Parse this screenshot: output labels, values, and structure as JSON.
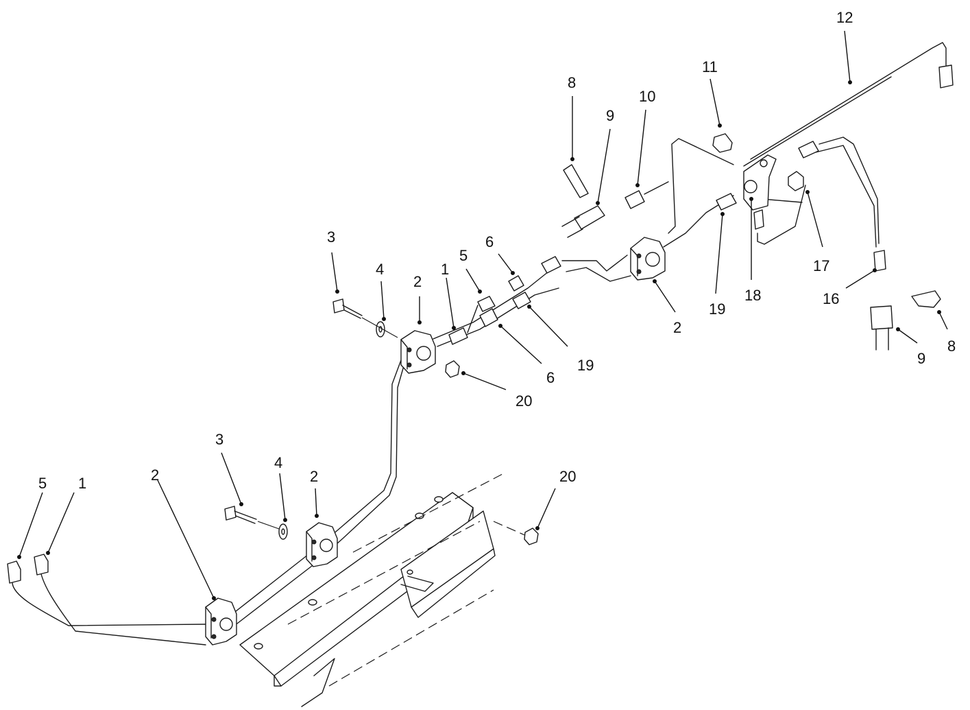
{
  "callouts": [
    {
      "id": "c-12",
      "label": "12"
    },
    {
      "id": "c-11",
      "label": "11"
    },
    {
      "id": "c-8a",
      "label": "8"
    },
    {
      "id": "c-9a",
      "label": "9"
    },
    {
      "id": "c-10",
      "label": "10"
    },
    {
      "id": "c-3a",
      "label": "3"
    },
    {
      "id": "c-4a",
      "label": "4"
    },
    {
      "id": "c-2a",
      "label": "2"
    },
    {
      "id": "c-1a",
      "label": "1"
    },
    {
      "id": "c-5a",
      "label": "5"
    },
    {
      "id": "c-6a",
      "label": "6"
    },
    {
      "id": "c-6b",
      "label": "6"
    },
    {
      "id": "c-19a",
      "label": "19"
    },
    {
      "id": "c-20a",
      "label": "20"
    },
    {
      "id": "c-2b",
      "label": "2"
    },
    {
      "id": "c-19b",
      "label": "19"
    },
    {
      "id": "c-18",
      "label": "18"
    },
    {
      "id": "c-17",
      "label": "17"
    },
    {
      "id": "c-16",
      "label": "16"
    },
    {
      "id": "c-9b",
      "label": "9"
    },
    {
      "id": "c-8b",
      "label": "8"
    },
    {
      "id": "c-3b",
      "label": "3"
    },
    {
      "id": "c-4b",
      "label": "4"
    },
    {
      "id": "c-2c",
      "label": "2"
    },
    {
      "id": "c-20b",
      "label": "20"
    },
    {
      "id": "c-5b",
      "label": "5"
    },
    {
      "id": "c-1b",
      "label": "1"
    },
    {
      "id": "c-2d",
      "label": "2"
    }
  ]
}
